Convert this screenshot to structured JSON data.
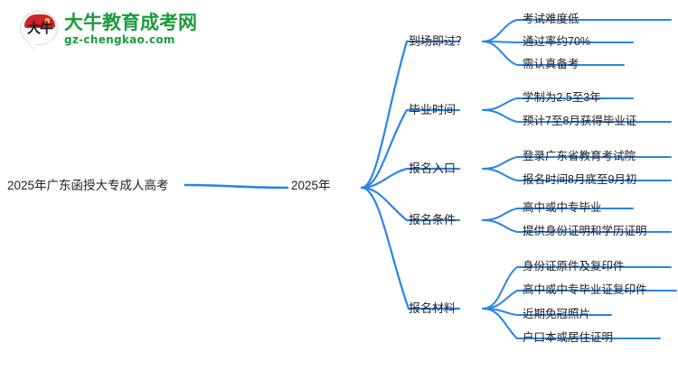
{
  "watermark": {
    "logo_glyph": "大牛",
    "brand_title": "大牛教育成考网",
    "brand_url": "gz-chengkao.com",
    "brand_color": "#1a9c3c",
    "accent_color": "#d2222a"
  },
  "mindmap": {
    "line_color": "#2a84e8",
    "text_color": "#1f1f1f",
    "root": {
      "label": "2025年广东函授大专成人高考"
    },
    "level1": {
      "label": "2025年"
    },
    "branches": [
      {
        "label": "到场即过？",
        "leaves": [
          {
            "label": "考试难度低"
          },
          {
            "label": "通过率约70%"
          },
          {
            "label": "需认真备考"
          }
        ]
      },
      {
        "label": "毕业时间",
        "leaves": [
          {
            "label": "学制为2.5至3年"
          },
          {
            "label": "预计7至8月获得毕业证"
          }
        ]
      },
      {
        "label": "报名入口",
        "leaves": [
          {
            "label": "登录广东省教育考试院"
          },
          {
            "label": "报名时间8月底至9月初"
          }
        ]
      },
      {
        "label": "报名条件",
        "leaves": [
          {
            "label": "高中或中专毕业"
          },
          {
            "label": "提供身份证明和学历证明"
          }
        ]
      },
      {
        "label": "报名材料",
        "leaves": [
          {
            "label": "身份证原件及复印件"
          },
          {
            "label": "高中或中专毕业证复印件"
          },
          {
            "label": "近期免冠照片"
          },
          {
            "label": "户口本或居住证明"
          }
        ]
      }
    ]
  }
}
